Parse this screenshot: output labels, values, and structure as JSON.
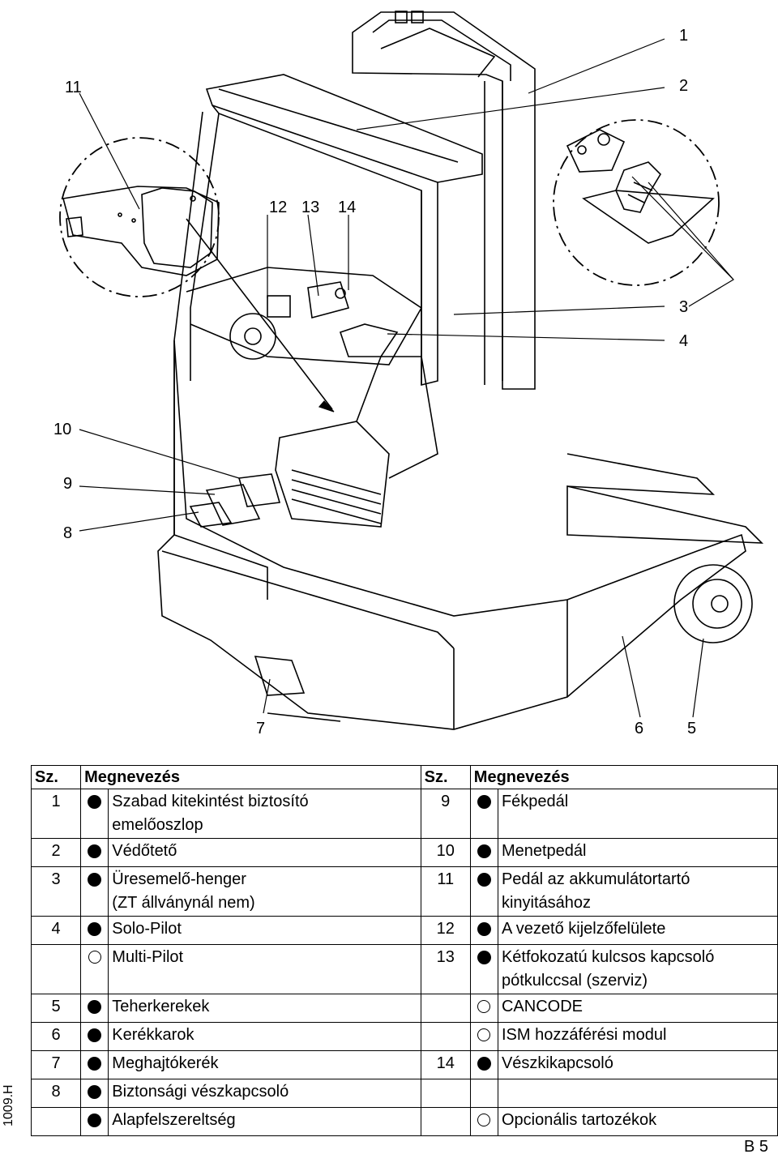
{
  "callouts": [
    "1",
    "2",
    "3",
    "4",
    "5",
    "6",
    "7",
    "8",
    "9",
    "10",
    "11",
    "12",
    "13",
    "14"
  ],
  "table": {
    "header": {
      "sz": "Sz.",
      "name": "Megnevezés"
    },
    "left": [
      {
        "num": "1",
        "mark": "filled",
        "lines": [
          "Szabad kitekintést biztosító",
          "emelőoszlop"
        ]
      },
      {
        "num": "2",
        "mark": "filled",
        "lines": [
          "Védőtető"
        ]
      },
      {
        "num": "3",
        "mark": "filled",
        "lines": [
          "Üresemelő-henger",
          "(ZT állványnál nem)"
        ]
      },
      {
        "num": "4",
        "mark": "filled",
        "lines": [
          "Solo-Pilot"
        ]
      },
      {
        "num": "",
        "mark": "hollow",
        "lines": [
          "Multi-Pilot"
        ]
      },
      {
        "num": "5",
        "mark": "filled",
        "lines": [
          "Teherkerekek"
        ]
      },
      {
        "num": "6",
        "mark": "filled",
        "lines": [
          "Kerékkarok"
        ]
      },
      {
        "num": "7",
        "mark": "filled",
        "lines": [
          "Meghajtókerék"
        ]
      },
      {
        "num": "8",
        "mark": "filled",
        "lines": [
          "Biztonsági vészkapcsoló"
        ]
      },
      {
        "num": "",
        "mark": "filled",
        "lines": [
          "Alapfelszereltség"
        ]
      }
    ],
    "right": [
      {
        "num": "9",
        "mark": "filled",
        "lines": [
          "Fékpedál"
        ]
      },
      {
        "num": "10",
        "mark": "filled",
        "lines": [
          "Menetpedál"
        ]
      },
      {
        "num": "11",
        "mark": "filled",
        "lines": [
          "Pedál az akkumulátortartó",
          "kinyitásához"
        ]
      },
      {
        "num": "12",
        "mark": "filled",
        "lines": [
          "A vezető kijelzőfelülete"
        ]
      },
      {
        "num": "13",
        "mark": "filled",
        "lines": [
          "Kétfokozatú kulcsos kapcsoló",
          "pótkulccsal (szerviz)"
        ]
      },
      {
        "num": "",
        "mark": "hollow",
        "lines": [
          "CANCODE"
        ]
      },
      {
        "num": "",
        "mark": "hollow",
        "lines": [
          "ISM hozzáférési modul"
        ]
      },
      {
        "num": "14",
        "mark": "filled",
        "lines": [
          "Vészkikapcsoló"
        ]
      },
      {
        "num": "",
        "mark": "",
        "lines": [
          ""
        ]
      },
      {
        "num": "",
        "mark": "hollow",
        "lines": [
          "Opcionális tartozékok"
        ]
      }
    ]
  },
  "side_code": "1009.H",
  "page_number": "B 5"
}
